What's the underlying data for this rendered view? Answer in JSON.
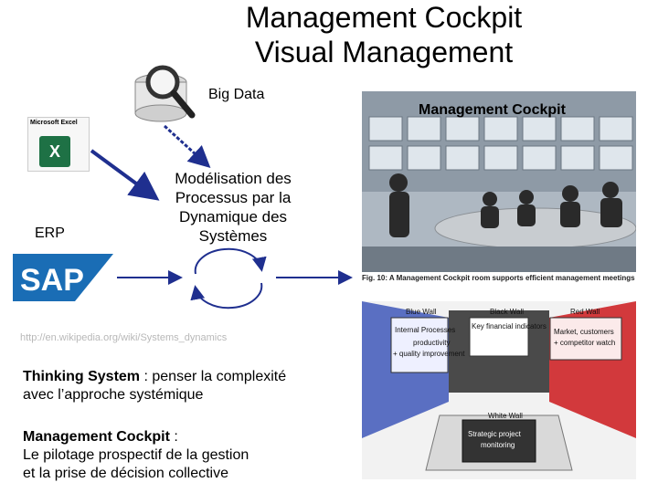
{
  "title": {
    "line1": "Management Cockpit",
    "line2": "Visual Management"
  },
  "labels": {
    "big_data": "Big Data",
    "erp": "ERP",
    "modelisation": [
      "Modélisation des",
      "Processus par la",
      "Dynamique des",
      "Systèmes"
    ],
    "excel_caption": "Microsoft Excel",
    "excel_letter": "X",
    "sap": "SAP"
  },
  "url_text": "http://en.wikipedia.org/wiki/Systems_dynamics",
  "thinking": {
    "bold": "Thinking System",
    "rest_line1": " : penser la complexité",
    "line2": "avec l’approche systémique"
  },
  "management": {
    "bold": "Management Cockpit",
    "rest_line1": " :",
    "line2": "Le pilotage prospectif de la gestion",
    "line3": "et la prise de décision collective"
  },
  "photo": {
    "title": "Management Cockpit",
    "caption": "Fig. 10: A Management Cockpit room supports efficient management meetings"
  },
  "room": {
    "black_wall": {
      "title": "Black Wall",
      "text": [
        "Key financial indicators"
      ]
    },
    "blue_wall": {
      "title": "Blue Wall",
      "text": [
        "Internal Processes",
        "productivity",
        "+ quality improvement"
      ]
    },
    "red_wall": {
      "title": "Red Wall",
      "text": [
        "Market, customers",
        "+ competitor watch"
      ]
    },
    "white_wall": {
      "title": "White Wall",
      "text": [
        "Strategic project",
        "monitoring"
      ]
    }
  },
  "colors": {
    "arrow": "#1f2f8f",
    "excel": "#1e7145",
    "sap": "#1a6db5",
    "blue_wall": "#5a6fc2",
    "red_wall": "#d2393c"
  }
}
